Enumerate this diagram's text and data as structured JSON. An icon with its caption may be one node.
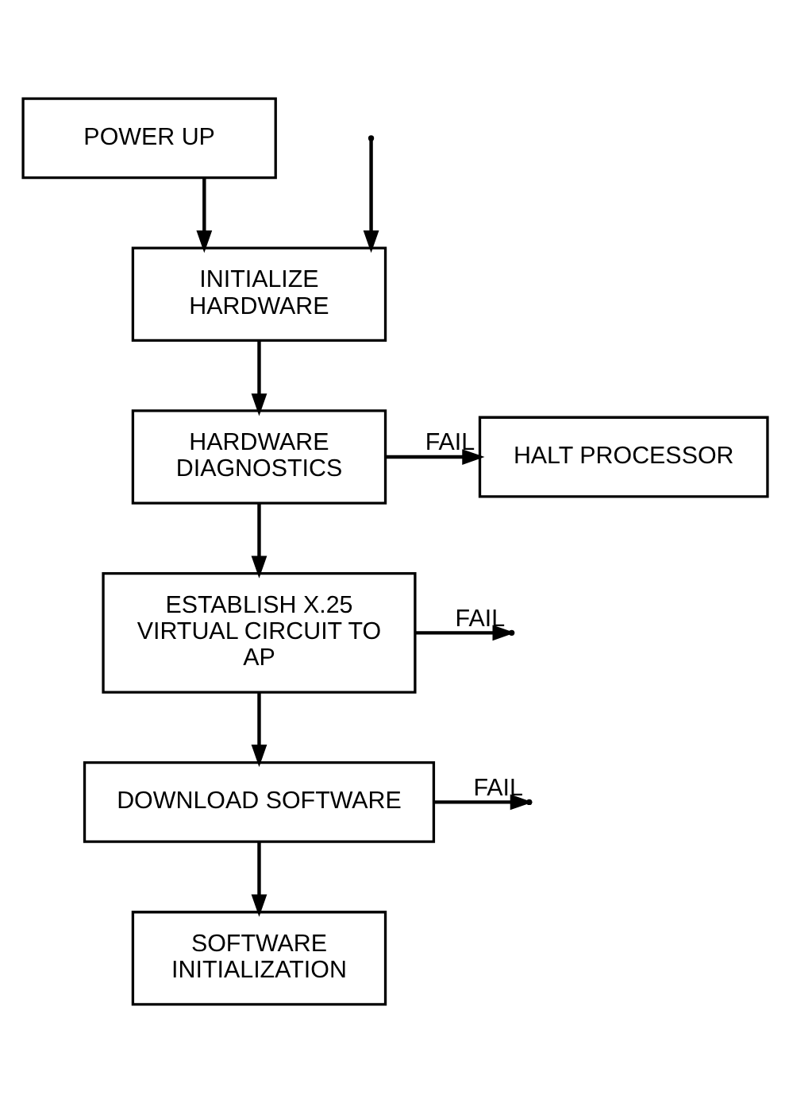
{
  "diagram": {
    "nodes": [
      {
        "text": [
          "POWER UP"
        ]
      },
      {
        "text": [
          "INITIALIZE HARDWARE"
        ]
      },
      {
        "text": [
          "HARDWARE DIAGNOSTICS"
        ]
      },
      {
        "text": [
          "HALT PROCESSOR"
        ]
      },
      {
        "text": [
          "ESTABLISH X.25 VIRTUAL CIRCUIT TO AP"
        ]
      },
      {
        "text": [
          "DOWNLOAD SOFTWARE"
        ]
      },
      {
        "text": [
          "SOFTWARE INITIALIZATION"
        ]
      }
    ],
    "edges": [
      {
        "from": 0,
        "to": 1,
        "arrow": "to"
      },
      {
        "from": null,
        "to": 1,
        "arrow": "to"
      },
      {
        "from": 1,
        "to": 2,
        "arrow": "to"
      },
      {
        "from": 2,
        "to": 3,
        "label": "FAIL",
        "arrow": "to"
      },
      {
        "from": 2,
        "to": 4,
        "arrow": "to"
      },
      {
        "from": 4,
        "to": null,
        "label": "FAIL",
        "arrow": "to"
      },
      {
        "from": 4,
        "to": 5,
        "arrow": "to"
      },
      {
        "from": 5,
        "to": null,
        "label": "FAIL",
        "arrow": "to"
      },
      {
        "from": 5,
        "to": 6,
        "arrow": "to"
      }
    ]
  }
}
